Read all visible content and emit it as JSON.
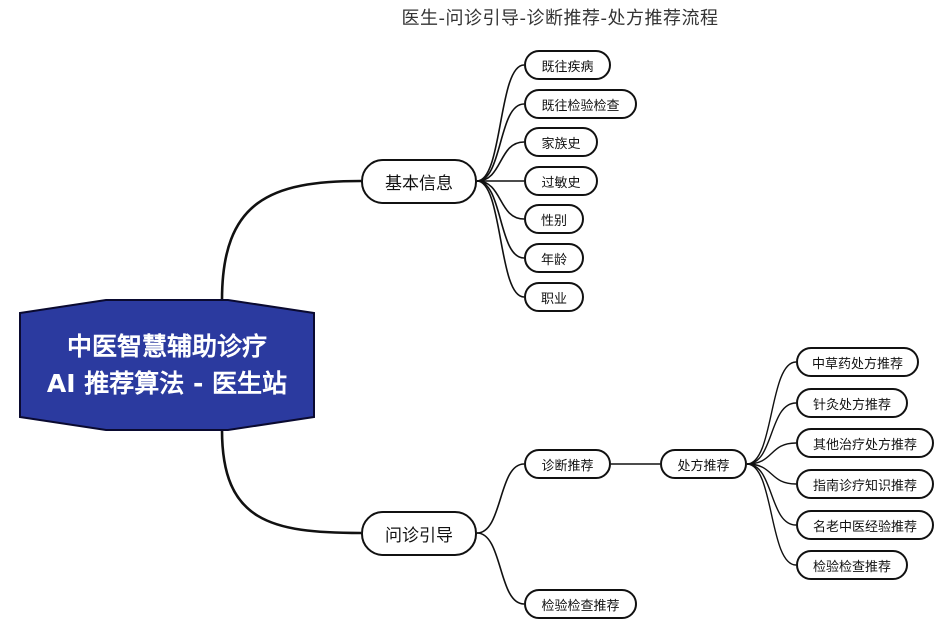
{
  "title": "医生-问诊引导-诊断推荐-处方推荐流程",
  "root": {
    "line1": "中医智慧辅助诊疗",
    "line2": "AI 推荐算法 - 医生站",
    "fill": "#2B3A9F"
  },
  "branch_basic": {
    "label": "基本信息",
    "items": [
      "既往疾病",
      "既往检验检查",
      "家族史",
      "过敏史",
      "性别",
      "年龄",
      "职业"
    ]
  },
  "branch_inquiry": {
    "label": "问诊引导",
    "diagnosis": "诊断推荐",
    "exam": "检验检查推荐",
    "prescription": {
      "label": "处方推荐",
      "items": [
        "中草药处方推荐",
        "针灸处方推荐",
        "其他治疗处方推荐",
        "指南诊疗知识推荐",
        "名老中医经验推荐",
        "检验检查推荐"
      ]
    }
  }
}
